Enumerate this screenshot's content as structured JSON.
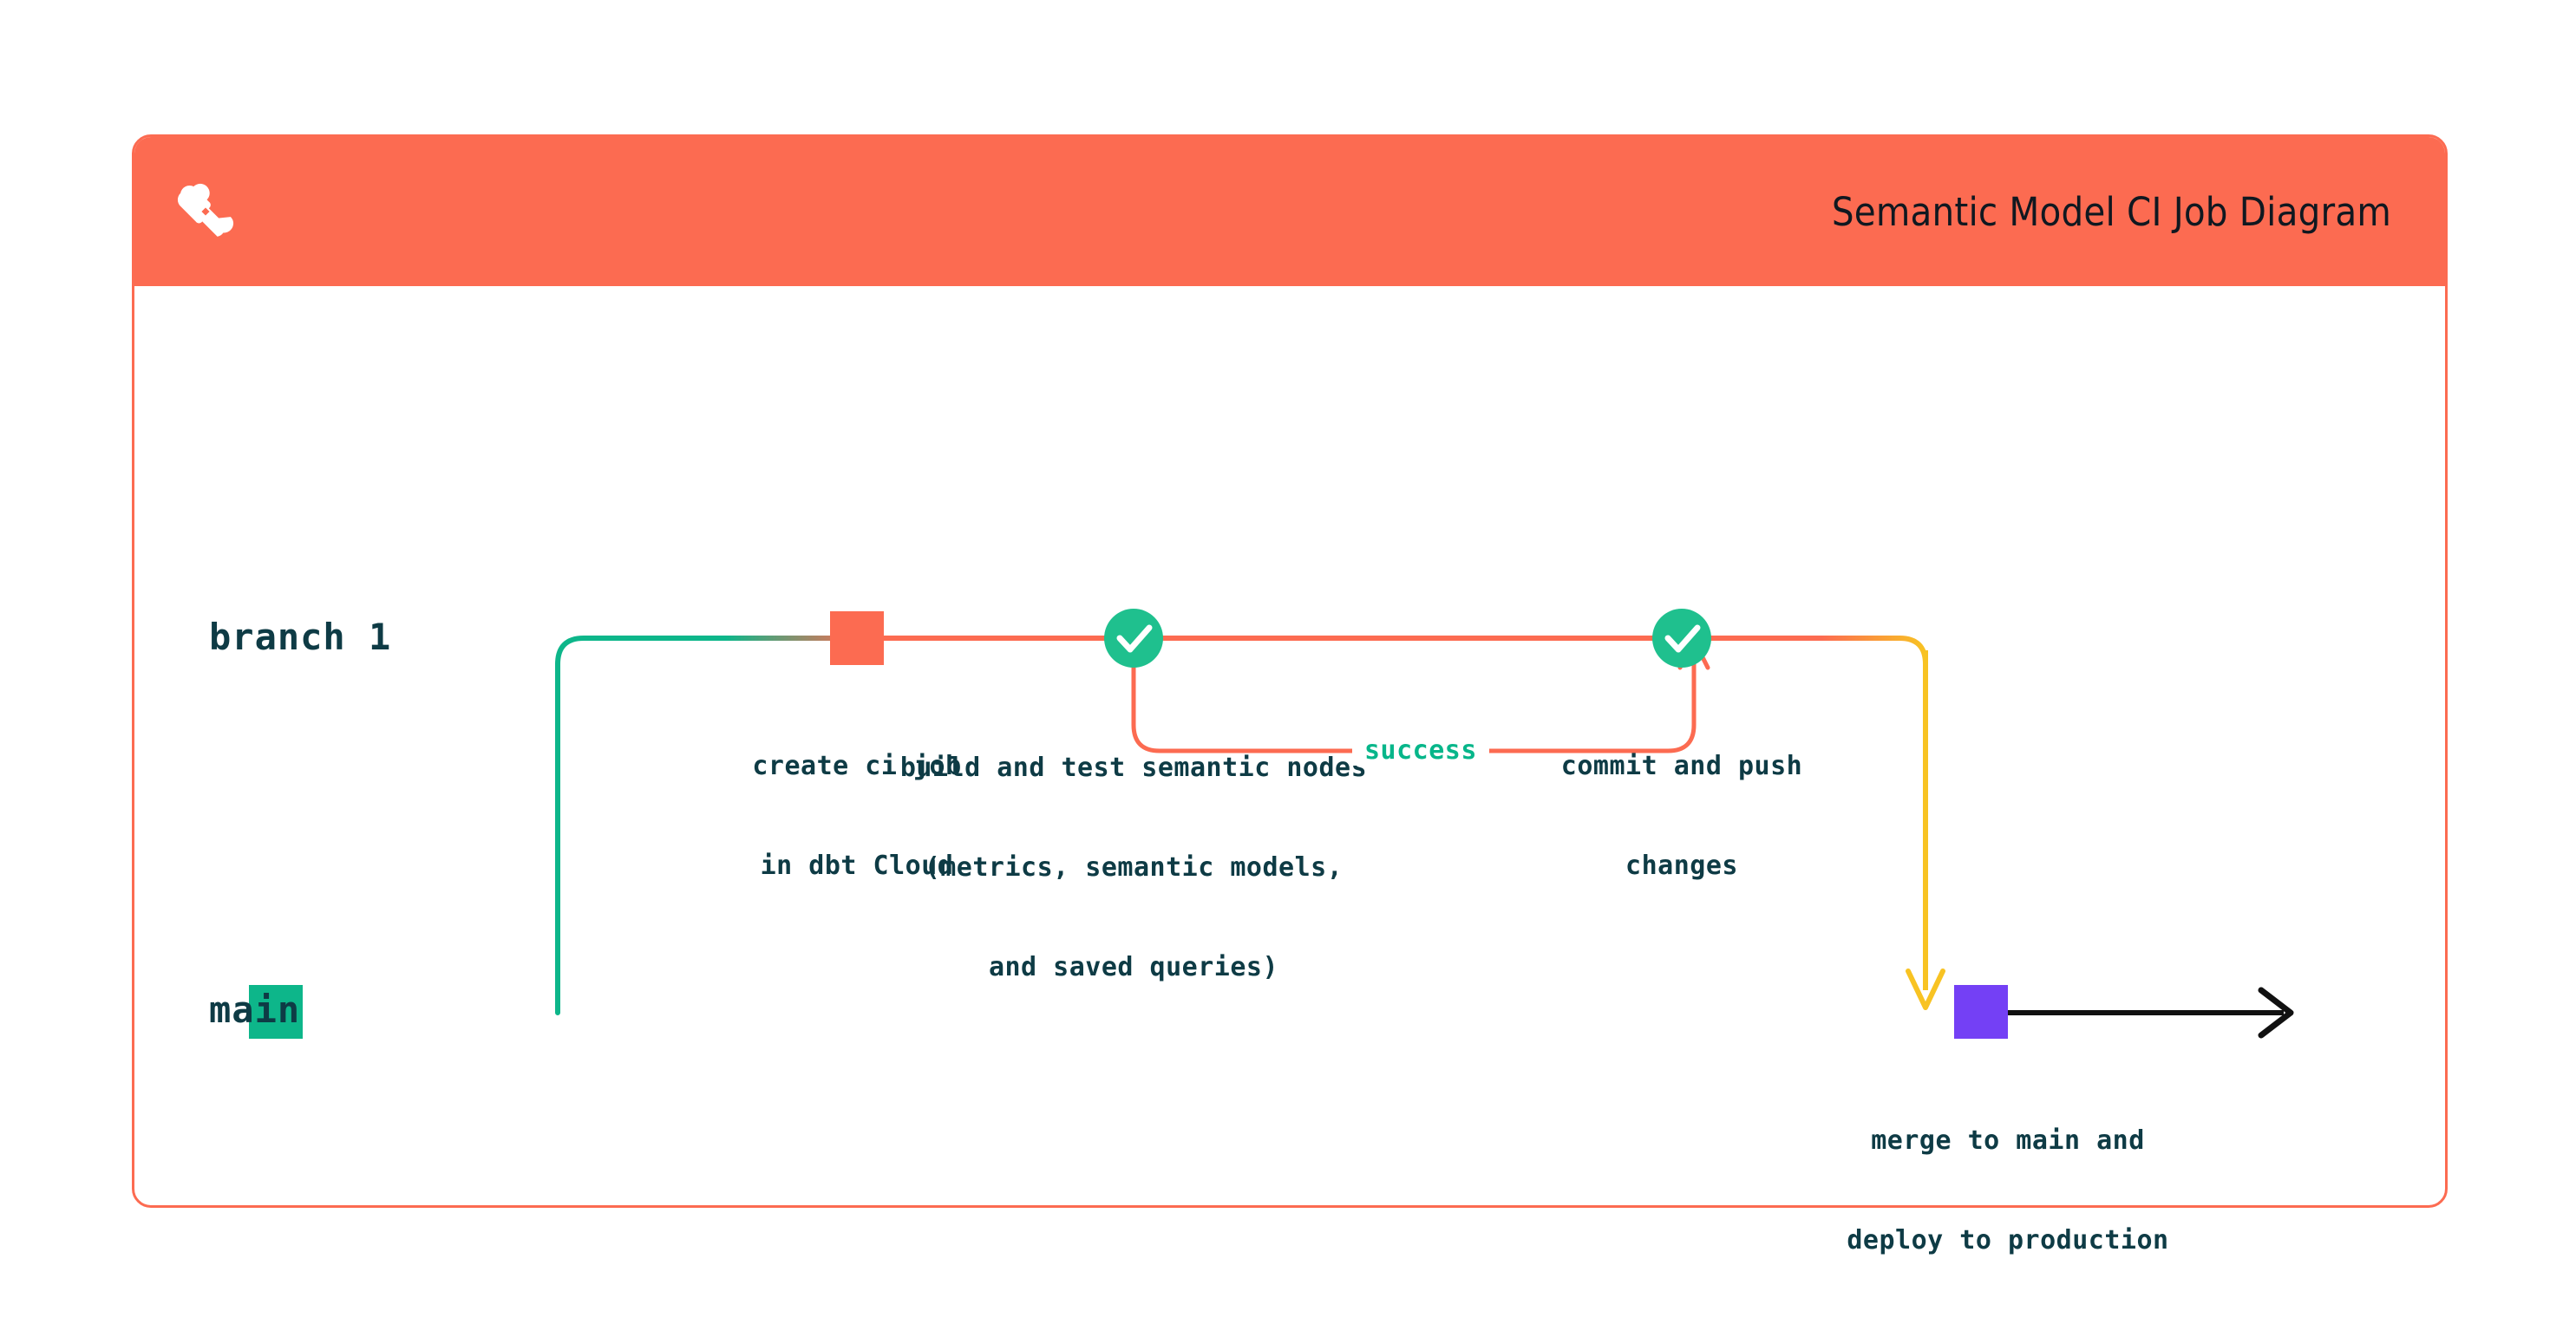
{
  "header": {
    "title": "Semantic Model CI Job Diagram",
    "logo_icon": "dbt-logo-icon",
    "background_color": "#FC6B51"
  },
  "colors": {
    "orange": "#FC6B51",
    "teal_green": "#0DB68A",
    "check_green": "#1FC08E",
    "yellow": "#F8C323",
    "purple": "#7440F5",
    "black": "#111111",
    "text_dark": "#0E3B45",
    "card_background": "#FFFFFF"
  },
  "diagram": {
    "type": "git-branch-flow",
    "lanes": [
      {
        "id": "branch-1",
        "label": "branch 1"
      },
      {
        "id": "main",
        "label": "main"
      }
    ],
    "nodes": [
      {
        "id": "create-ci-job",
        "lane": "branch-1",
        "marker": "square",
        "marker_color": "#FC6B51",
        "caption": [
          "create ci job",
          "in dbt Cloud"
        ]
      },
      {
        "id": "build-and-test",
        "lane": "branch-1",
        "marker": "check-circle",
        "marker_color": "#1FC08E",
        "caption": [
          "build and test semantic nodes",
          "(metrics, semantic models,",
          "and saved queries)"
        ]
      },
      {
        "id": "commit-and-push",
        "lane": "branch-1",
        "marker": "check-circle",
        "marker_color": "#1FC08E",
        "caption": [
          "commit and push",
          "changes"
        ]
      },
      {
        "id": "merge-to-main",
        "lane": "main",
        "marker": "square",
        "marker_color": "#7440F5",
        "caption": [
          "merge to main and",
          "deploy to production"
        ]
      },
      {
        "id": "main-start",
        "lane": "main",
        "marker": "square",
        "marker_color": "#0DB68A",
        "caption": []
      }
    ],
    "edges": [
      {
        "id": "branch-off",
        "from": "main-start",
        "to": "create-ci-job",
        "color": "#0DB68A"
      },
      {
        "id": "success-loop",
        "label": "success",
        "label_color": "#07B68A",
        "color": "#FC6B51"
      },
      {
        "id": "merge-down",
        "from": "commit-and-push",
        "to": "merge-to-main",
        "color": "#F8C323"
      },
      {
        "id": "main-continues",
        "from": "merge-to-main",
        "to": "end",
        "color": "#111111"
      }
    ]
  }
}
